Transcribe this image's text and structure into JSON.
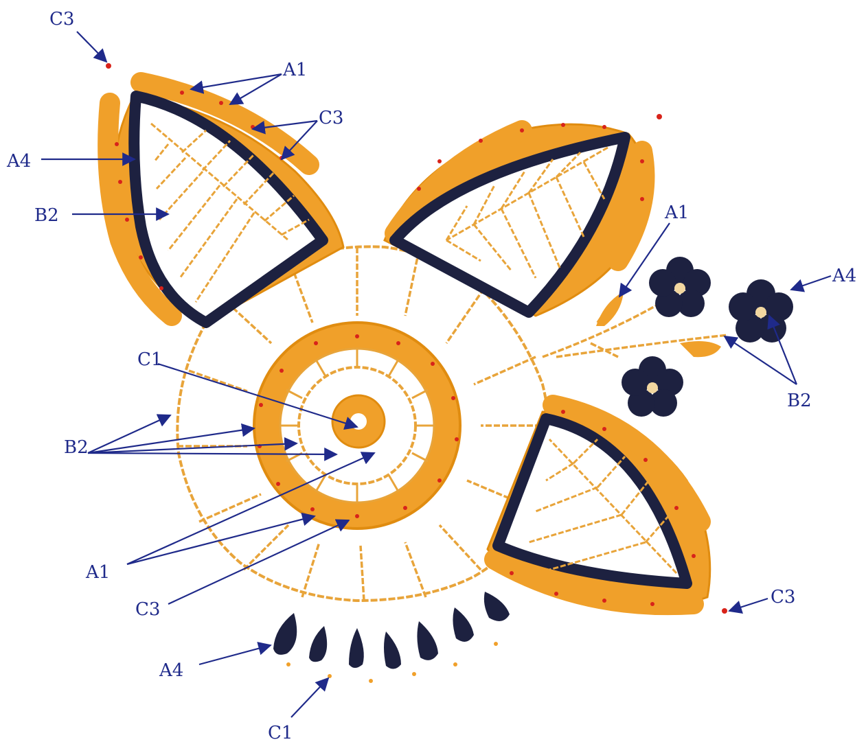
{
  "colors": {
    "orange": "#f0a02a",
    "orange_dark": "#e08c10",
    "navy": "#1d2140",
    "red_dot": "#d8231a",
    "thread": "#e8a43a",
    "label": "#1f2a8a"
  },
  "labels": {
    "c3_top": "C3",
    "a1_top": "A1",
    "c3_leaf": "C3",
    "a4_left": "A4",
    "b2_left": "B2",
    "a1_right": "A1",
    "a4_right": "A4",
    "b2_right": "B2",
    "c1_center": "C1",
    "b2_center": "B2",
    "a1_bottom": "A1",
    "c3_bottom": "C3",
    "c3_bottom_right": "C3",
    "a4_bottom": "A4",
    "c1_bottom": "C1"
  }
}
